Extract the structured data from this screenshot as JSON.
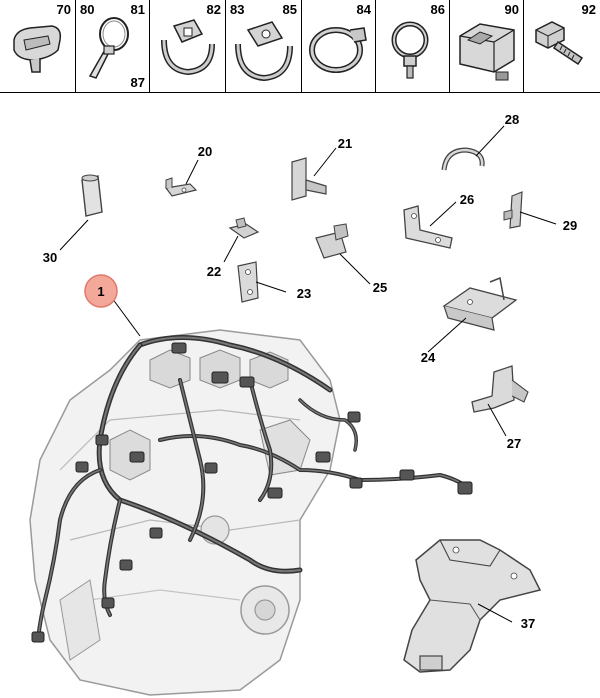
{
  "fastener_strip": [
    {
      "labels": [
        "70"
      ],
      "icon": "push-clip-icon"
    },
    {
      "labels": [
        "80",
        "81",
        "87"
      ],
      "icon": "cable-tie-icon"
    },
    {
      "labels": [
        "82"
      ],
      "icon": "clamp-clip-icon"
    },
    {
      "labels": [
        "83",
        "85"
      ],
      "icon": "double-clamp-clip-icon"
    },
    {
      "labels": [
        "84"
      ],
      "icon": "hose-clamp-icon"
    },
    {
      "labels": [
        "86"
      ],
      "icon": "eye-clip-icon"
    },
    {
      "labels": [
        "90"
      ],
      "icon": "connector-icon"
    },
    {
      "labels": [
        "92"
      ],
      "icon": "bolt-icon"
    }
  ],
  "callouts": [
    "1",
    "20",
    "21",
    "22",
    "23",
    "24",
    "25",
    "26",
    "27",
    "28",
    "29",
    "30",
    "37"
  ],
  "highlight_color": "#f4a89a"
}
